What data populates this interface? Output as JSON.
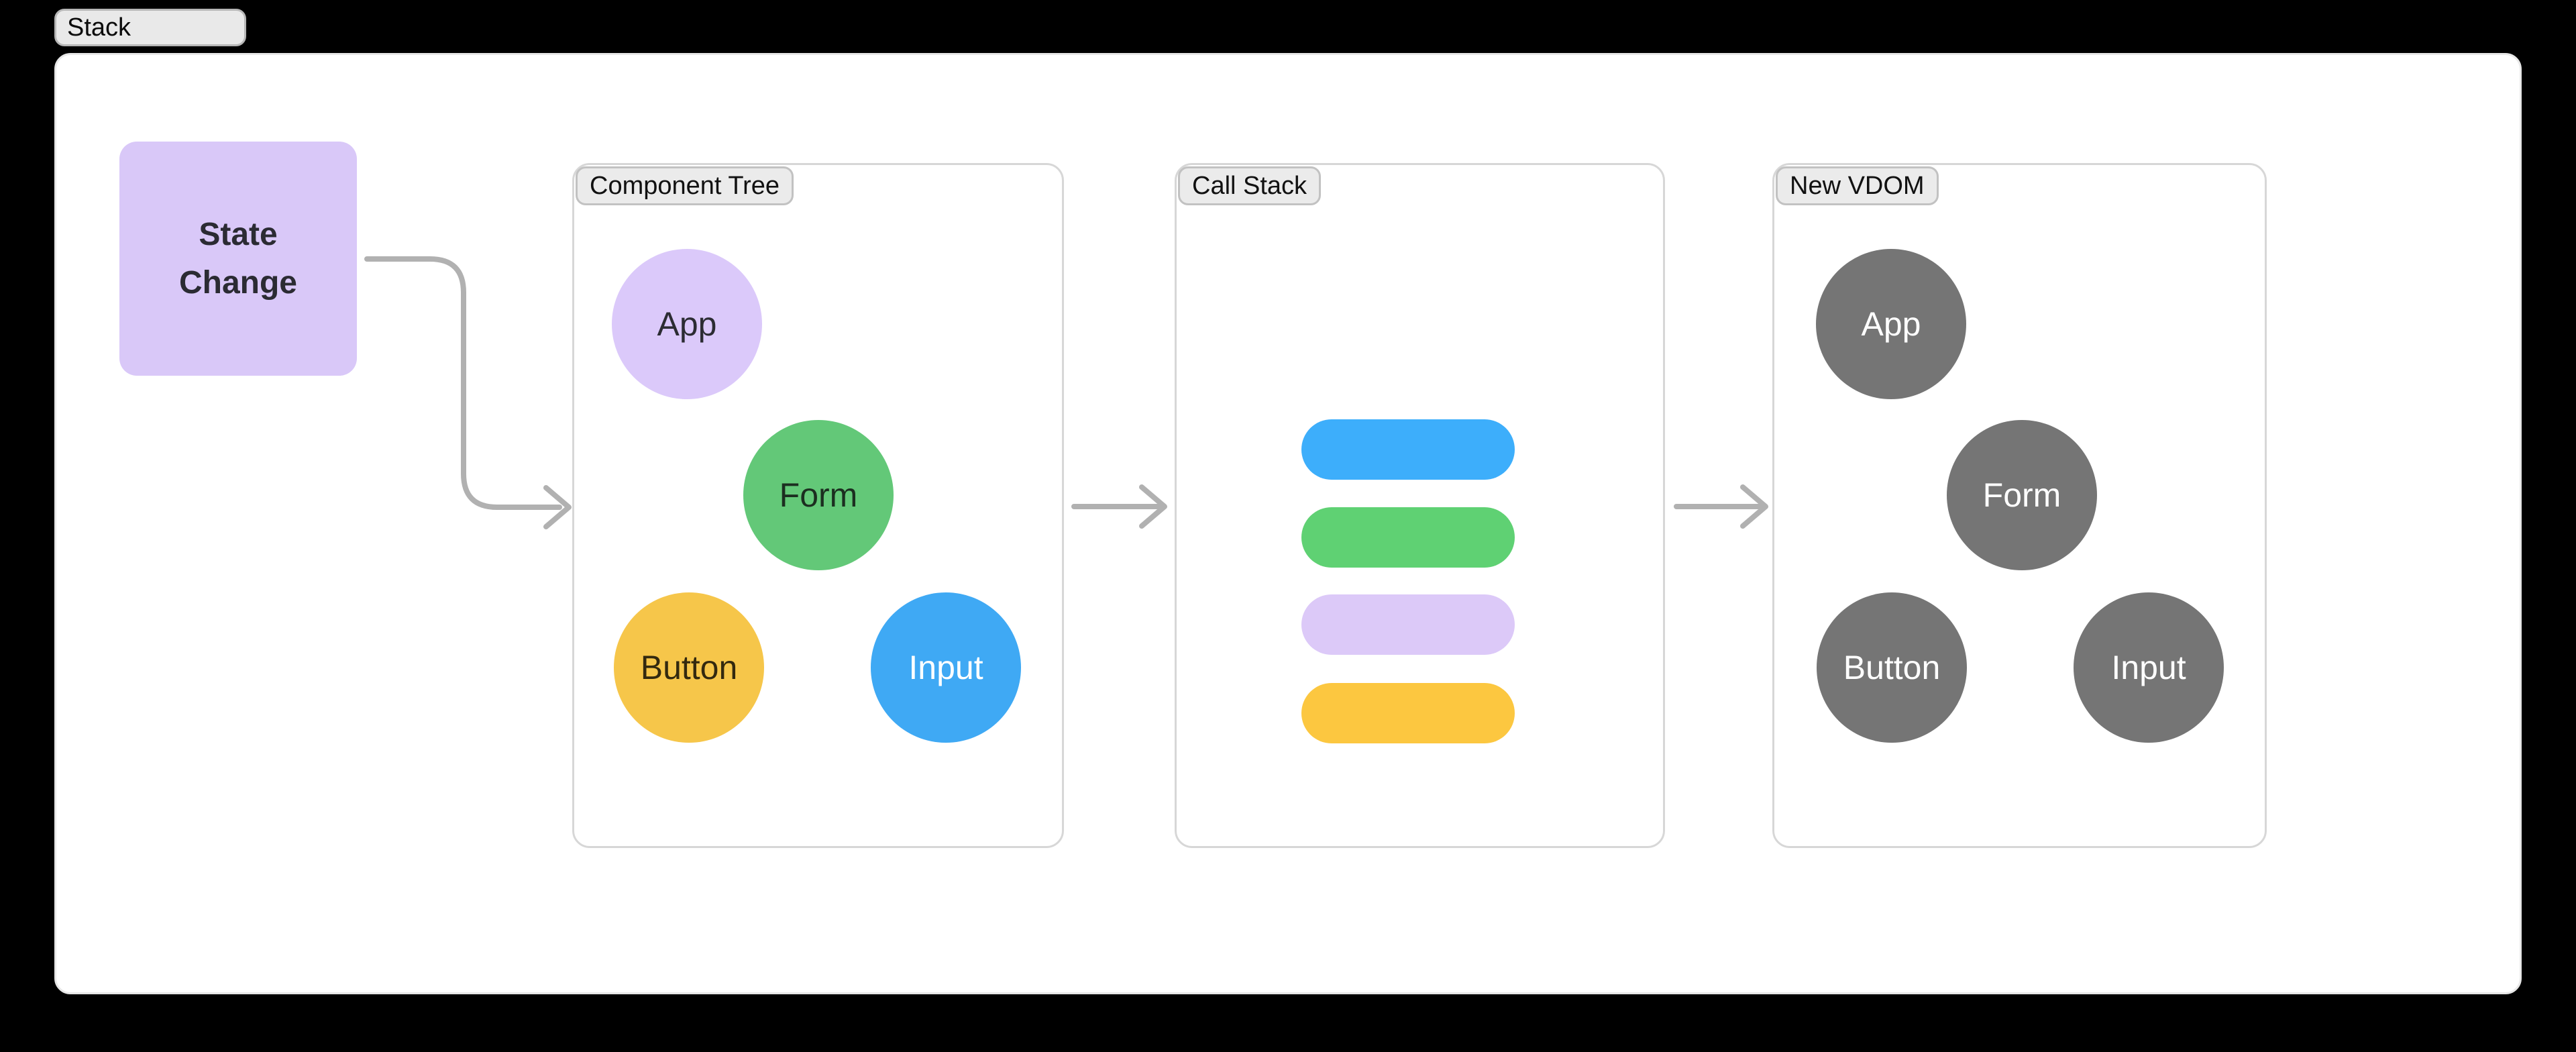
{
  "page": {
    "background": "#000000",
    "tab": {
      "label": "Stack"
    }
  },
  "diagram": {
    "state_node": {
      "line1": "State",
      "line2": "Change",
      "fill": "#d9c8f8",
      "text_color": "#2b2b33"
    },
    "arrow_color": "#b1b1b1",
    "panels": {
      "component_tree": {
        "label": "Component Tree",
        "nodes": [
          {
            "label": "App",
            "fill": "#dbc9fa",
            "text_color": "#2c2c33"
          },
          {
            "label": "Form",
            "fill": "#63c878",
            "text_color": "#1c2e20"
          },
          {
            "label": "Button",
            "fill": "#f6c64a",
            "text_color": "#33290f"
          },
          {
            "label": "Input",
            "fill": "#3fa9f4",
            "text_color": "#ffffff"
          }
        ]
      },
      "call_stack": {
        "label": "Call Stack",
        "frames": [
          {
            "name": "blue-frame",
            "fill": "#3daefb"
          },
          {
            "name": "green-frame",
            "fill": "#5fd173"
          },
          {
            "name": "purple-frame",
            "fill": "#dcc9f8"
          },
          {
            "name": "yellow-frame",
            "fill": "#fcc740"
          }
        ]
      },
      "new_vdom": {
        "label": "New VDOM",
        "node_fill": "#757575",
        "node_text_color": "#ffffff",
        "nodes": [
          {
            "label": "App"
          },
          {
            "label": "Form"
          },
          {
            "label": "Button"
          },
          {
            "label": "Input"
          }
        ]
      }
    }
  }
}
